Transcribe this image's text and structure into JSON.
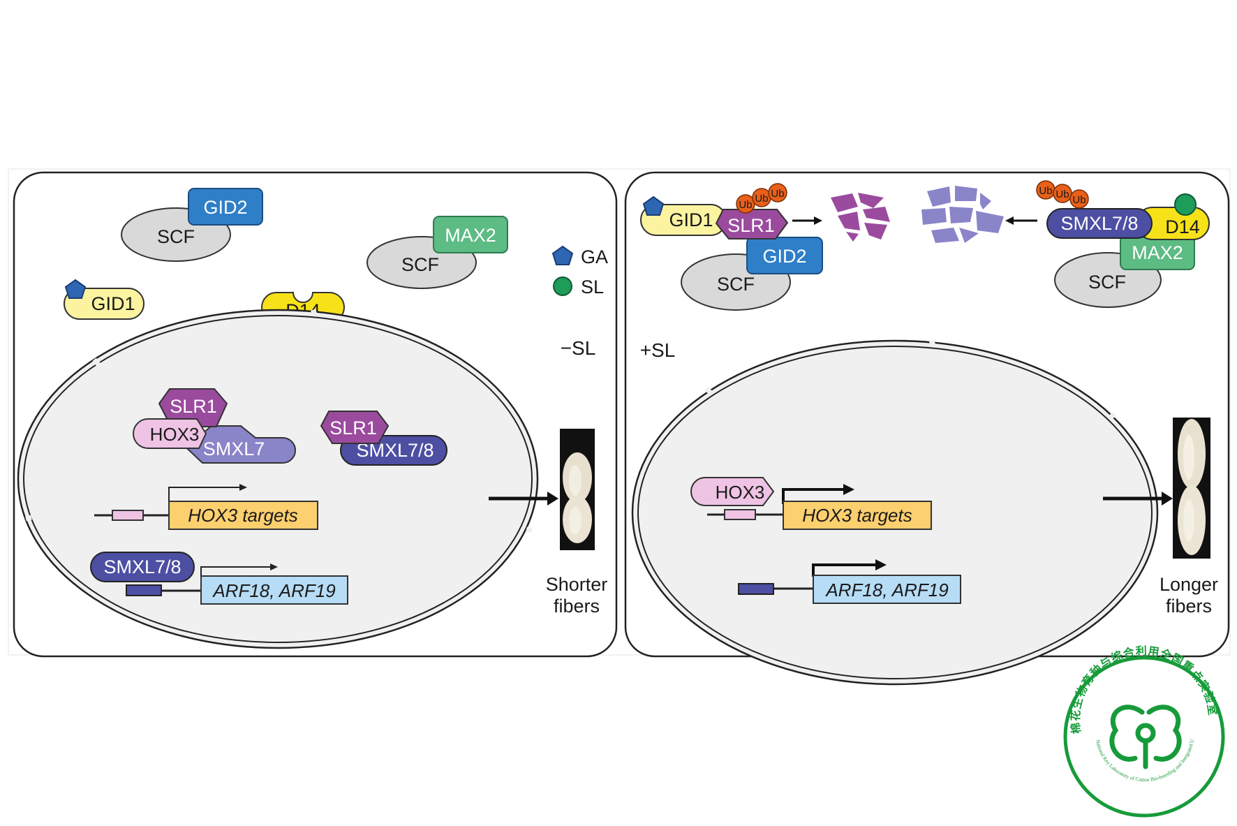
{
  "legend": {
    "ga": "GA",
    "sl": "SL"
  },
  "left_panel": {
    "condition": "−SL",
    "gid2": "GID2",
    "scf_gid2": "SCF",
    "max2": "MAX2",
    "scf_max2": "SCF",
    "gid1": "GID1",
    "d14": "D14",
    "slr1_a": "SLR1",
    "hox3": "HOX3",
    "smxl7": "SMXL7",
    "slr1_b": "SLR1",
    "smxl78": "SMXL7/8",
    "hox3_targets": "HOX3 targets",
    "smxl78_dna": "SMXL7/8",
    "arf": "ARF18, ARF19",
    "outcome_line1": "Shorter",
    "outcome_line2": "fibers"
  },
  "right_panel": {
    "condition": "+SL",
    "gid1": "GID1",
    "slr1": "SLR1",
    "ub": "Ub",
    "gid2": "GID2",
    "scf_gid2": "SCF",
    "smxl78": "SMXL7/8",
    "d14": "D14",
    "max2": "MAX2",
    "scf_max2": "SCF",
    "hox3": "HOX3",
    "hox3_targets": "HOX3 targets",
    "arf": "ARF18, ARF19",
    "outcome_line1": "Longer",
    "outcome_line2": "fibers"
  },
  "logo": {
    "text_cn": "棉花生物育种与综合利用全国重点实验室",
    "text_en": "National Key Laboratory of Cotton Bio-breeding and Integrated Utilization"
  },
  "colors": {
    "gid2": "#2f7fc8",
    "max2": "#5dbb84",
    "scf": "#d9d9d9",
    "gid1": "#fbf3a0",
    "d14": "#f7e21a",
    "slr1": "#9b4b9e",
    "hox3": "#eec3e4",
    "smxl7": "#8a84c8",
    "smxl78": "#4d4fa3",
    "ga": "#2f66b3",
    "sl": "#1d9c5a",
    "ub": "#e8601a",
    "hox3_target_box": "#fccf6f",
    "arf_box": "#b7dcf5",
    "logo_green": "#179b3a"
  }
}
